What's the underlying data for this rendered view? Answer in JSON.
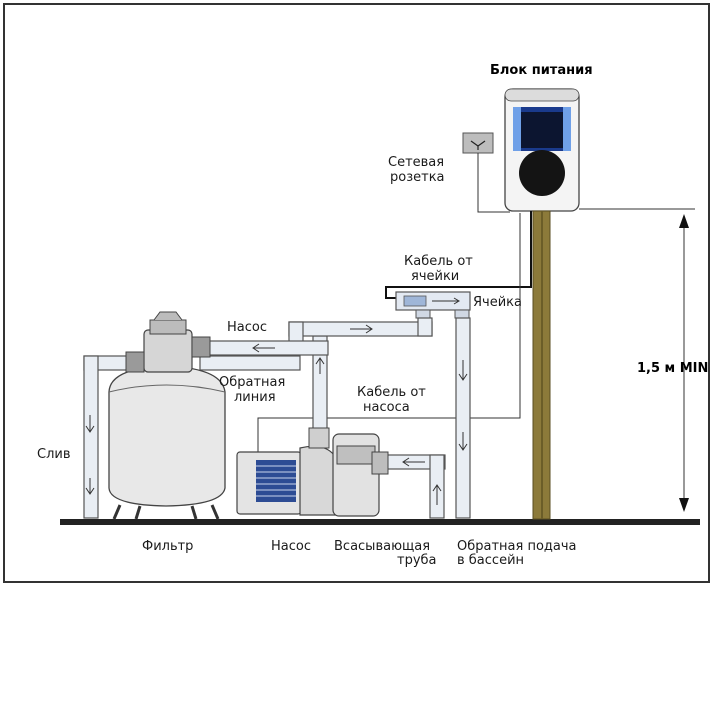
{
  "labels": {
    "power_unit": "Блок питания",
    "socket_line1": "Сетевая",
    "socket_line2": "розетка",
    "cell_cable_line1": "Кабель от",
    "cell_cable_line2": "ячейки",
    "cell": "Ячейка",
    "pump_top": "Насос",
    "return_line1": "Обратная",
    "return_line2": "линия",
    "pump_cable_line1": "Кабель от",
    "pump_cable_line2": "насоса",
    "drain": "Слив",
    "height": "1,5 м MIN",
    "filter": "Фильтр",
    "pump_bottom": "Насос",
    "suction_line1": "Всасывающая",
    "suction_line2": "труба",
    "return_feed_line1": "Обратная подача",
    "return_feed_line2": "в бассейн"
  },
  "colors": {
    "frame": "#333333",
    "pipe_fill": "#e9eef4",
    "post": "#8c7a3a",
    "floor": "#222222",
    "power_screen": "#1a3a8c"
  },
  "icons": [
    "socket-icon",
    "flow-arrow-icon"
  ]
}
